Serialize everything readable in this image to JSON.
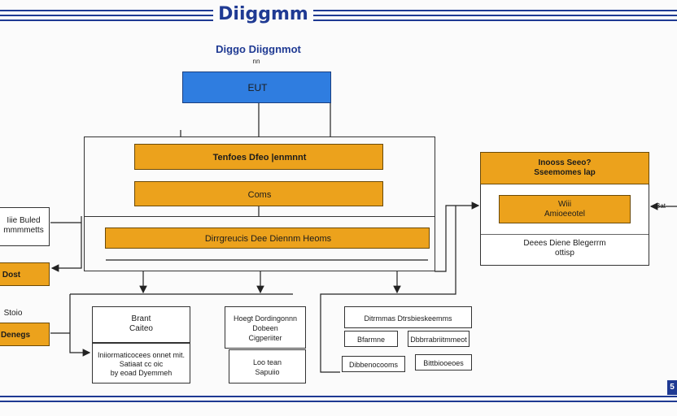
{
  "header": {
    "title": "Diiggmm"
  },
  "diagram": {
    "subtitle": "Diggo Diiggnmot",
    "subtitle_small": "nn",
    "top_node": "EUT",
    "main_panel": {
      "row1": "Tenfoes Dfeo |enmnnt",
      "row2": "Coms",
      "row3": "Dirrgreucis Dee Diennm Heoms"
    },
    "right_panel": {
      "header": "Inooss Seeo?\nSseemomes lap",
      "inner": "Wiii\nAmioeeotel",
      "footer": "Deees Diene Blegerrm\nottisp"
    },
    "left_items": [
      "Iiie Buled\nmmmmetts",
      "Dost",
      "Stoio",
      "Denegs"
    ],
    "bottom_boxes": {
      "b1_top": "Brant\nCaiteo",
      "b1_bottom": "Iniiormaticocees onnet mit.\nSatiaat cc oic\nby eoad Dyemmeh",
      "b2_top": "Hoegt Dordingonnn\nDobeen\nCigperiiter",
      "b2_bottom": "Loo tean\nSapuiio",
      "b3_header": "Ditrmmas Dtrsbieskeemms",
      "b3_row1a": "Bfarmne",
      "b3_row1b": "Dbbrrabriitmmeot",
      "b3_row2a": "Dibbenocooms",
      "b3_row2b": "Bittbiooeoes"
    },
    "right_arrow_label": "Bat",
    "corner_label": "5"
  },
  "colors": {
    "accent": "#1f3a93",
    "orange": "#eca21c",
    "blue": "#2f7de0"
  }
}
